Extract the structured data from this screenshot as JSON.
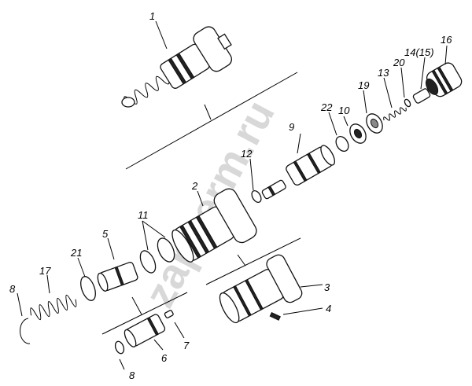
{
  "watermark": "zapkerm.ru",
  "callouts": [
    {
      "id": "1",
      "text": "1"
    },
    {
      "id": "2",
      "text": "2"
    },
    {
      "id": "3",
      "text": "3"
    },
    {
      "id": "4",
      "text": "4"
    },
    {
      "id": "5",
      "text": "5"
    },
    {
      "id": "6",
      "text": "6"
    },
    {
      "id": "7",
      "text": "7"
    },
    {
      "id": "8a",
      "text": "8"
    },
    {
      "id": "8b",
      "text": "8"
    },
    {
      "id": "9",
      "text": "9"
    },
    {
      "id": "10",
      "text": "10"
    },
    {
      "id": "11",
      "text": "11"
    },
    {
      "id": "12",
      "text": "12"
    },
    {
      "id": "13",
      "text": "13"
    },
    {
      "id": "14",
      "text": "14(15)"
    },
    {
      "id": "16",
      "text": "16"
    },
    {
      "id": "17",
      "text": "17"
    },
    {
      "id": "19",
      "text": "19"
    },
    {
      "id": "20",
      "text": "20"
    },
    {
      "id": "21",
      "text": "21"
    },
    {
      "id": "22",
      "text": "22"
    }
  ]
}
